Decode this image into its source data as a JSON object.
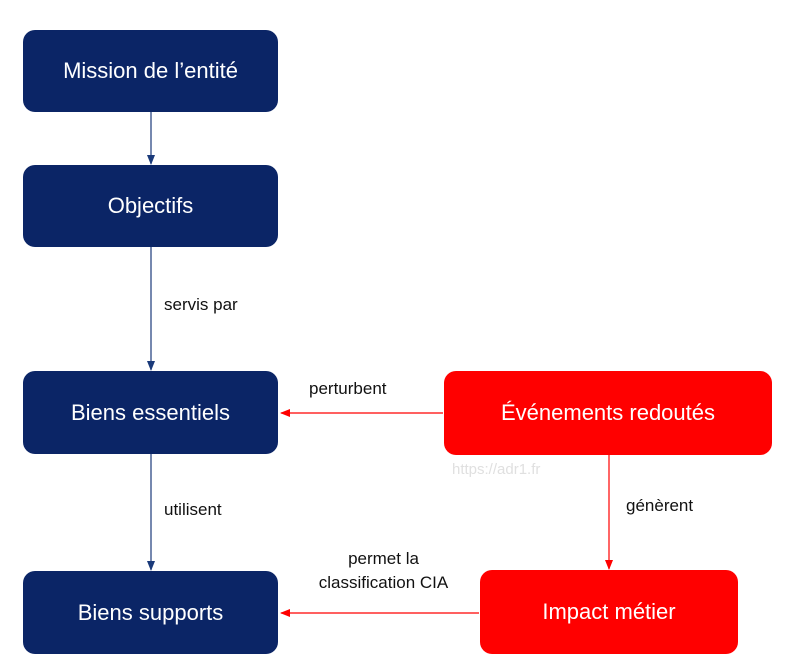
{
  "nodes": {
    "mission": "Mission de l’entité",
    "objectifs": "Objectifs",
    "biens_essentiels": "Biens essentiels",
    "evenements": "Événements redoutés",
    "biens_supports": "Biens supports",
    "impact": "Impact métier"
  },
  "edges": {
    "servis_par": "servis par",
    "perturbent": "perturbent",
    "utilisent": "utilisent",
    "generent": "génèrent",
    "permet_line1": "permet la",
    "permet_line2": "classification CIA"
  },
  "watermark": "https://adr1.fr",
  "colors": {
    "navy": "#0b2566",
    "red": "#ff0000"
  }
}
